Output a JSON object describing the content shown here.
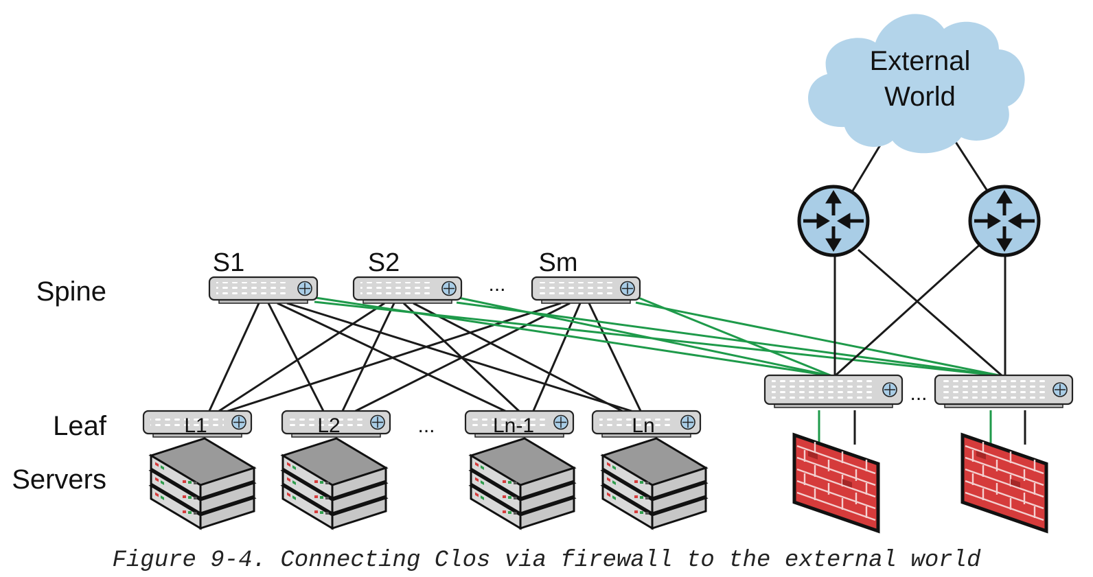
{
  "rows": {
    "spine": "Spine",
    "leaf": "Leaf",
    "servers": "Servers"
  },
  "spines": [
    "S1",
    "S2",
    "Sm"
  ],
  "leaves": [
    "L1",
    "L2",
    "Ln-1",
    "Ln"
  ],
  "ellipsis": "...",
  "cloud": {
    "line1": "External",
    "line2": "World",
    "color": "#b3d4ea"
  },
  "caption": "Figure 9-4. Connecting Clos via firewall to the external world",
  "colors": {
    "clos_link": "#1a1a1a",
    "firewall_link": "#1e9a4a",
    "firewall": "#d53b3b",
    "router": "#a9cde6"
  }
}
